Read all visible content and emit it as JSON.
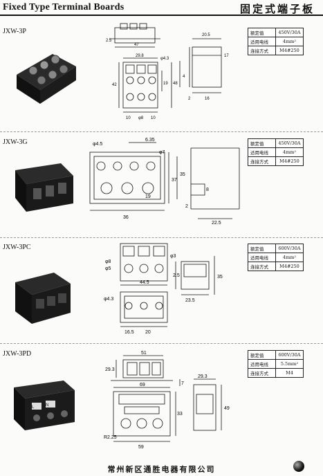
{
  "header": {
    "title": "Fixed Type Terminal Boards",
    "title_cn": "固定式端子板"
  },
  "products": [
    {
      "model": "JXW-3P",
      "specs": [
        {
          "key": "额定值",
          "value": "450V/30A"
        },
        {
          "key": "适用电线",
          "value": "4mm²"
        },
        {
          "key": "连接方式",
          "value": "M4#250"
        }
      ],
      "dims": {
        "a": "2.5",
        "b": "47",
        "c": "20.5",
        "d": "29.8",
        "e": "φ4.3",
        "f": "42",
        "g": "19",
        "h": "48",
        "i": "4",
        "j": "2",
        "k": "16",
        "l": "10",
        "m": "φ8",
        "n": "10",
        "o": "17"
      }
    },
    {
      "model": "JXW-3G",
      "specs": [
        {
          "key": "额定值",
          "value": "450V/30A"
        },
        {
          "key": "适用电线",
          "value": "4mm²"
        },
        {
          "key": "连接方式",
          "value": "M4#250"
        }
      ],
      "dims": {
        "a": "φ4.5",
        "b": "6.35",
        "c": "φ7",
        "d": "37",
        "e": "35",
        "f": "19",
        "g": "36",
        "h": "8",
        "i": "2",
        "j": "22.5"
      }
    },
    {
      "model": "JXW-3PC",
      "specs": [
        {
          "key": "额定值",
          "value": "600V/30A"
        },
        {
          "key": "适用电线",
          "value": "4mm²"
        },
        {
          "key": "连接方式",
          "value": "M4#250"
        }
      ],
      "dims": {
        "a": "φ8",
        "b": "φ5",
        "c": "φ3",
        "d": "44.5",
        "e": "2.5",
        "f": "35",
        "g": "φ4.3",
        "h": "23.5",
        "i": "16.5",
        "j": "20"
      }
    },
    {
      "model": "JXW-3PD",
      "specs": [
        {
          "key": "额定值",
          "value": "600V/30A"
        },
        {
          "key": "适用电线",
          "value": "5.5mm²"
        },
        {
          "key": "连接方式",
          "value": "M4"
        }
      ],
      "dims": {
        "a": "51",
        "b": "29.3",
        "c": "69",
        "d": "29.3",
        "e": "7",
        "f": "49",
        "g": "33",
        "h": "R2.25",
        "i": "59"
      }
    }
  ],
  "terminal_letters": [
    "L",
    "N",
    "⏚"
  ],
  "footer": {
    "company": "常州新区通胜电器有限公司"
  },
  "colors": {
    "ink": "#111111",
    "block": "#1a1a1a",
    "paper": "#fbfbf9"
  }
}
